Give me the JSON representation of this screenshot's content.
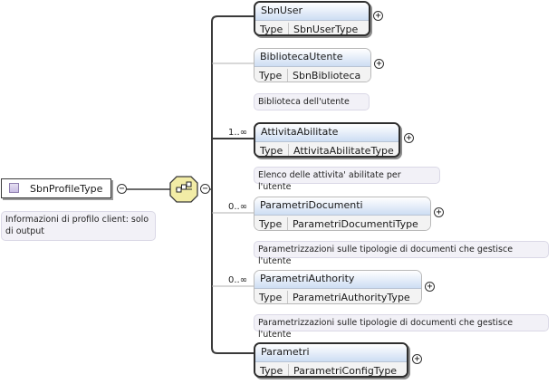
{
  "root": {
    "name": "SbnProfileType",
    "doc": "Informazioni di profilo client: solo di output"
  },
  "icons": {
    "root": "complex-type-icon",
    "sequence": "sequence-compositor-icon",
    "collapse": "minus-circle-icon",
    "expand": "plus-circle-icon"
  },
  "elements": [
    {
      "name": "SbnUser",
      "type_label": "Type",
      "type": "SbnUserType",
      "required": true,
      "cardinality": "",
      "doc": ""
    },
    {
      "name": "BibliotecaUtente",
      "type_label": "Type",
      "type": "SbnBiblioteca",
      "required": false,
      "cardinality": "",
      "doc": "Biblioteca dell'utente"
    },
    {
      "name": "AttivitaAbilitate",
      "type_label": "Type",
      "type": "AttivitaAbilitateType",
      "required": true,
      "cardinality": "1..∞",
      "doc": "Elenco delle attivita' abilitate per l'utente"
    },
    {
      "name": "ParametriDocumenti",
      "type_label": "Type",
      "type": "ParametriDocumentiType",
      "required": false,
      "cardinality": "0..∞",
      "doc": "Parametrizzazioni sulle tipologie di documenti che gestisce l'utente"
    },
    {
      "name": "ParametriAuthority",
      "type_label": "Type",
      "type": "ParametriAuthorityType",
      "required": false,
      "cardinality": "0..∞",
      "doc": "Parametrizzazioni sulle tipologie di documenti che gestisce l'utente"
    },
    {
      "name": "Parametri",
      "type_label": "Type",
      "type": "ParametriConfigType",
      "required": true,
      "cardinality": "",
      "doc": ""
    }
  ],
  "colors": {
    "header_gradient_bottom": "#cdddf3",
    "doc_background": "#f2f1f7",
    "connector": "#3a3a3a",
    "optional_connector": "#b0b0b0",
    "sequence_fill": "#f2eca6"
  }
}
